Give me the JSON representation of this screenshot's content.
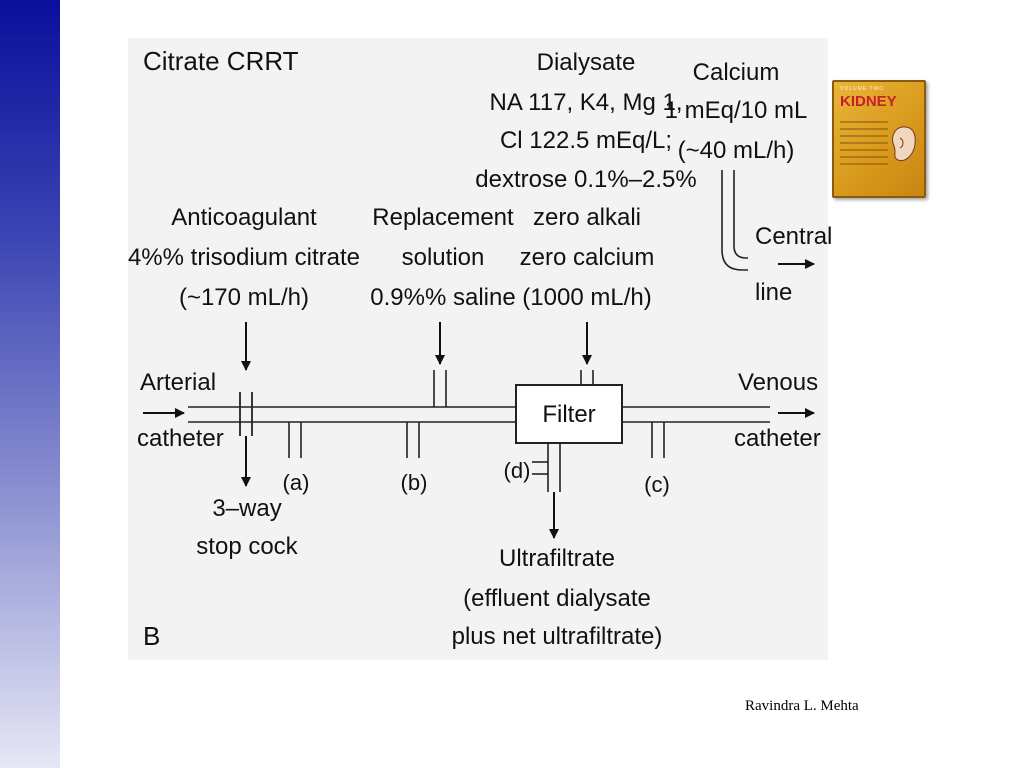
{
  "slide": {
    "title": "Citrate CRRT",
    "panel_letter": "B",
    "credit": "Ravindra L. Mehta",
    "book_cover": {
      "title": "KIDNEY",
      "volume": "VOLUME TWO"
    }
  },
  "labels": {
    "dialysate": [
      "Dialysate",
      "NA 117, K4, Mg 1,",
      "Cl 122.5 mEq/L;",
      "dextrose 0.1%–2.5%"
    ],
    "calcium": [
      "Calcium",
      "1 mEq/10 mL",
      "(~40 mL/h)"
    ],
    "anticoagulant": [
      "Anticoagulant",
      "4%% trisodium citrate",
      "(~170 mL/h)"
    ],
    "replacement": [
      "Replacement",
      "solution",
      "0.9%% saline"
    ],
    "zero_alkali": [
      "zero alkali",
      "zero calcium",
      "(1000 mL/h)"
    ],
    "central_line": [
      "Central",
      "line"
    ],
    "arterial": [
      "Arterial",
      "catheter"
    ],
    "venous": [
      "Venous",
      "catheter"
    ],
    "filter": "Filter",
    "stopcock": [
      "3–way",
      "stop cock"
    ],
    "ultrafiltrate": [
      "Ultrafiltrate",
      "(effluent dialysate",
      "plus net ultrafiltrate)"
    ],
    "ports": {
      "a": "(a)",
      "b": "(b)",
      "c": "(c)",
      "d": "(d)"
    }
  }
}
